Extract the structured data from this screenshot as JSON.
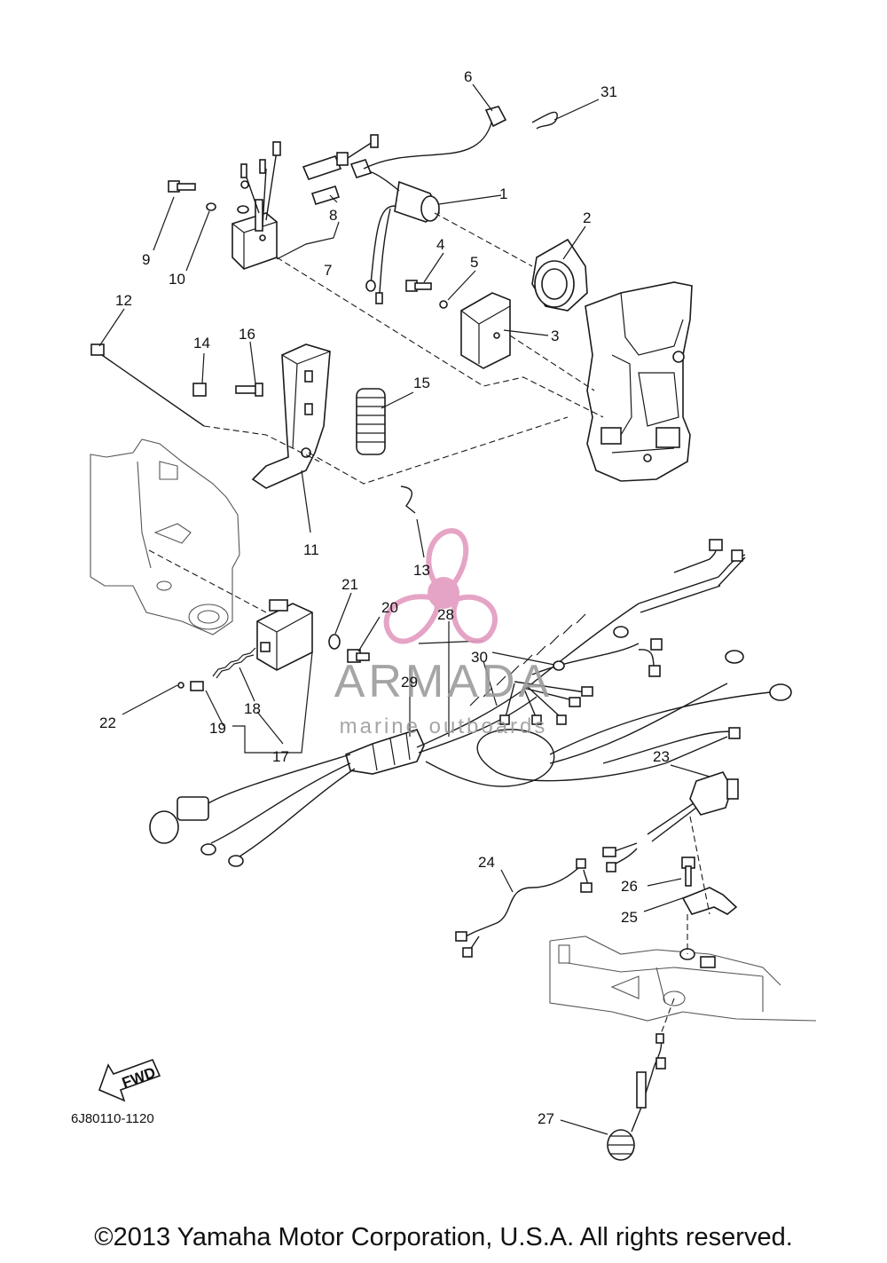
{
  "diagram": {
    "callouts": [
      "1",
      "2",
      "3",
      "4",
      "5",
      "6",
      "7",
      "8",
      "9",
      "10",
      "11",
      "12",
      "13",
      "14",
      "15",
      "16",
      "17",
      "18",
      "19",
      "20",
      "21",
      "22",
      "23",
      "24",
      "25",
      "26",
      "27",
      "28",
      "29",
      "30",
      "31"
    ],
    "drawing_code": "6J80110-1120",
    "fwd_label": "FWD"
  },
  "watermark": {
    "name": "ARMADA",
    "tagline": "marine outboards",
    "color_pink": "#e39bbf",
    "color_gray": "#9c9c9c"
  },
  "copyright": "©2013 Yamaha Motor Corporation, U.S.A. All rights reserved."
}
